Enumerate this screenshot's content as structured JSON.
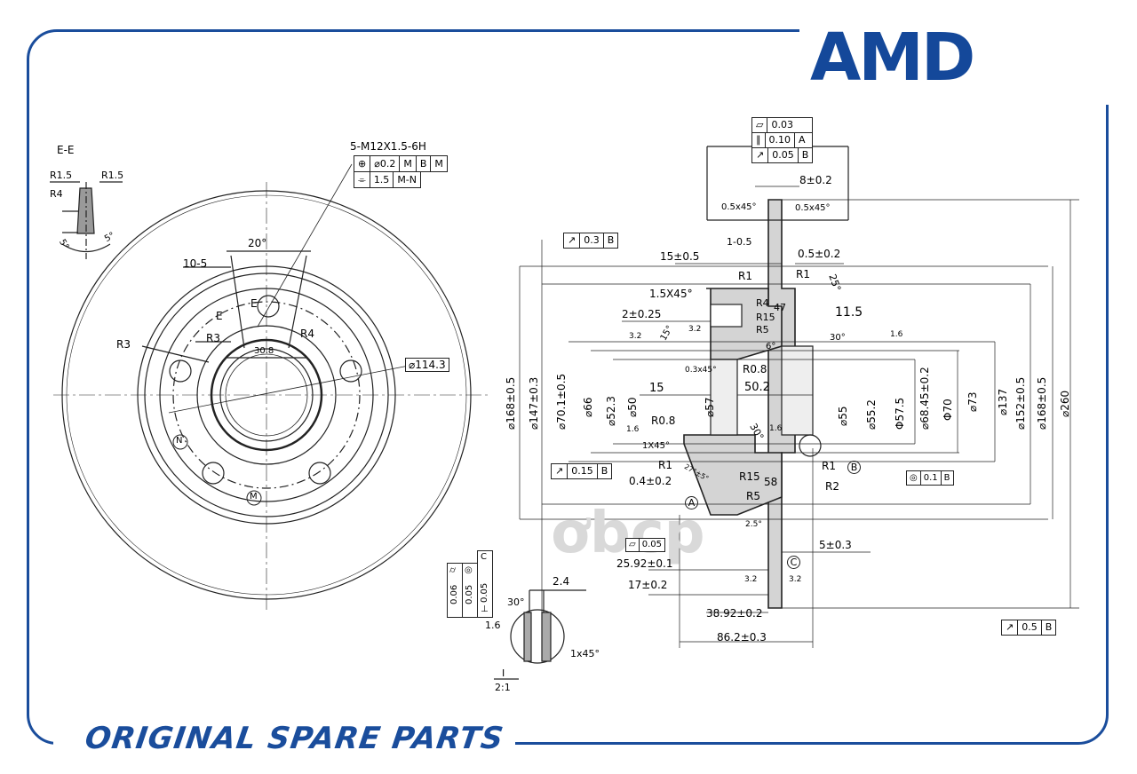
{
  "brand": {
    "logo": "AMD",
    "tagline": "ORIGINAL SPARE PARTS",
    "watermark": "ơbcp",
    "color": "#1a4d9c"
  },
  "section_labels": {
    "section": "E-E",
    "detail": "I",
    "scale": "2:1"
  },
  "front_view": {
    "bolt_spec": "5-M12X1.5-6H",
    "position_tol": "⌀0.2",
    "position_datums": [
      "M",
      "B",
      "M"
    ],
    "symmetry_tol": "1.5",
    "symmetry_datum": "M-N",
    "angle": "20°",
    "slot": "10-5",
    "radii": [
      "R3",
      "R3",
      "R4"
    ],
    "hole_circle": "⌀114.3",
    "center_bore": "30.8",
    "section_marks": [
      "E",
      "E"
    ],
    "markers": [
      "N",
      "M"
    ]
  },
  "section_ee": {
    "radii": [
      "R1.5",
      "R1.5",
      "R4"
    ],
    "angles": [
      "5°",
      "5°"
    ]
  },
  "section_view": {
    "top_tolerances": [
      {
        "symbol": "flatness",
        "value": "0.03",
        "datum": ""
      },
      {
        "symbol": "parallel",
        "value": "0.10",
        "datum": "A"
      },
      {
        "symbol": "runout",
        "value": "0.05",
        "datum": "B"
      }
    ],
    "runout_left": {
      "value": "0.3",
      "datum": "B"
    },
    "runout_mid": {
      "value": "0.15",
      "datum": "B"
    },
    "concentric": {
      "value": "0.1",
      "datum": "B"
    },
    "runout_bottom": {
      "value": "0.5",
      "datum": "B"
    },
    "flatness_bottom": {
      "value": "0.05"
    },
    "horizontal_dims": [
      "8±0.2",
      "0.5x45°",
      "0.5x45°",
      "1-0.5",
      "15±0.5",
      "0.5±0.2",
      "1.5X45°",
      "2±0.25",
      "11.5",
      "0.3x45°",
      "15",
      "50.2",
      "1X45°",
      "0.4±0.2",
      "25.92±0.1",
      "17±0.2",
      "38.92±0.2",
      "86.2±0.3",
      "5±0.3",
      "2.4",
      "1x45°"
    ],
    "radii": [
      "R1",
      "R1",
      "R4",
      "R15",
      "R5",
      "R0.8",
      "R0.8",
      "R1",
      "R15",
      "R5",
      "R1",
      "R2"
    ],
    "angles": [
      "25°",
      "15°",
      "6°",
      "30°",
      "30°",
      "27°±5°",
      "2.5°"
    ],
    "vertical_dims": [
      "⌀168±0.5",
      "⌀147±0.3",
      "⌀70.1±0.5",
      "⌀66",
      "⌀52.3",
      "⌀50",
      "⌀57",
      "⌀55",
      "⌀55.2",
      "Φ57.5",
      "⌀68.45±0.2",
      "Φ70",
      "⌀73",
      "⌀137",
      "⌀152±0.5",
      "⌀168±0.5",
      "⌀260"
    ],
    "roughness": [
      "3.2",
      "3.2",
      "1.6",
      "1.6",
      "1.6",
      "3.2",
      "3.2"
    ],
    "misc": [
      "47",
      "58"
    ],
    "datums": [
      "A",
      "B",
      "C"
    ]
  },
  "detail_tolerances": [
    {
      "symbol": "cylindricity",
      "value": "0.06"
    },
    {
      "symbol": "concentricity",
      "value": "0.05"
    },
    {
      "symbol": "perpendicular",
      "value": "0.05",
      "datum": "C"
    }
  ],
  "detail_dims": {
    "angle": "30°",
    "roughness": "1.6",
    "chamfer": "1x45°",
    "width": "2.4"
  }
}
